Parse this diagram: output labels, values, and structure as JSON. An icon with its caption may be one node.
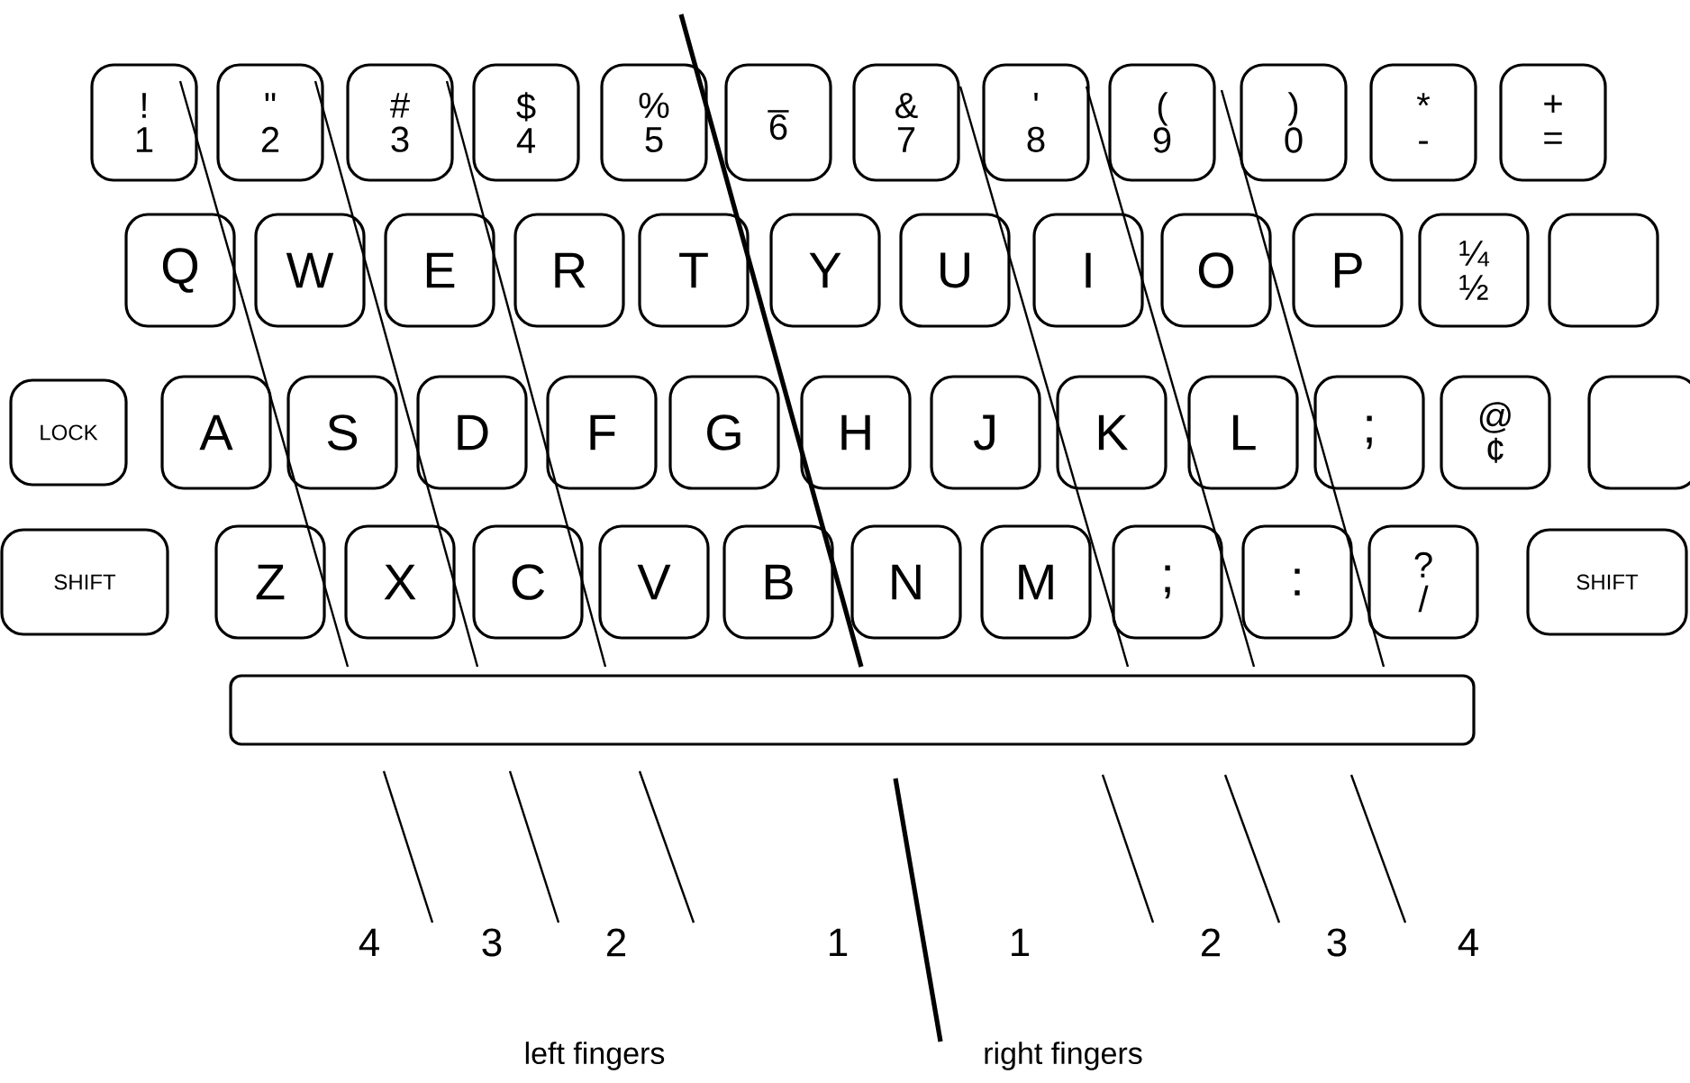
{
  "diagram": {
    "nodes": [
      {
        "text": [
          "!",
          "1"
        ]
      },
      {
        "text": [
          "\"",
          "2"
        ]
      },
      {
        "text": [
          "#",
          "3"
        ]
      },
      {
        "text": [
          "$",
          "4"
        ]
      },
      {
        "text": [
          "%",
          "5"
        ]
      },
      {
        "text": [
          "_",
          "6"
        ]
      },
      {
        "text": [
          "&",
          "7"
        ]
      },
      {
        "text": [
          "'",
          "8"
        ]
      },
      {
        "text": [
          "(",
          "9"
        ]
      },
      {
        "text": [
          ")",
          "0"
        ]
      },
      {
        "text": [
          "*",
          "-"
        ]
      },
      {
        "text": [
          "+",
          "="
        ]
      },
      {
        "text": [
          "Q"
        ]
      },
      {
        "text": [
          "W"
        ]
      },
      {
        "text": [
          "E"
        ]
      },
      {
        "text": [
          "R"
        ]
      },
      {
        "text": [
          "T"
        ]
      },
      {
        "text": [
          "Y"
        ]
      },
      {
        "text": [
          "U"
        ]
      },
      {
        "text": [
          "I"
        ]
      },
      {
        "text": [
          "O"
        ]
      },
      {
        "text": [
          "P"
        ]
      },
      {
        "text": [
          "¼",
          "½"
        ]
      },
      {
        "text": [],
        "shape": "box"
      },
      {
        "text": [
          "LOCK"
        ]
      },
      {
        "text": [
          "A"
        ]
      },
      {
        "text": [
          "S"
        ]
      },
      {
        "text": [
          "D"
        ]
      },
      {
        "text": [
          "F"
        ]
      },
      {
        "text": [
          "G"
        ]
      },
      {
        "text": [
          "H"
        ]
      },
      {
        "text": [
          "J"
        ]
      },
      {
        "text": [
          "K"
        ]
      },
      {
        "text": [
          "L"
        ]
      },
      {
        "text": [
          ";"
        ]
      },
      {
        "text": [
          "@",
          "¢"
        ]
      },
      {
        "text": [],
        "shape": "box"
      },
      {
        "text": [
          "SHIFT"
        ]
      },
      {
        "text": [
          "Z"
        ]
      },
      {
        "text": [
          "X"
        ]
      },
      {
        "text": [
          "C"
        ]
      },
      {
        "text": [
          "V"
        ]
      },
      {
        "text": [
          "B"
        ]
      },
      {
        "text": [
          "N"
        ]
      },
      {
        "text": [
          "M"
        ]
      },
      {
        "text": [
          ";"
        ]
      },
      {
        "text": [
          ":"
        ]
      },
      {
        "text": [
          "?",
          "/"
        ]
      },
      {
        "text": [
          "SHIFT"
        ]
      },
      {
        "text": [],
        "shape": "bar"
      }
    ],
    "labels": [
      "4",
      "3",
      "2",
      "1",
      "1",
      "2",
      "3",
      "4",
      "left fingers",
      "right fingers"
    ]
  }
}
